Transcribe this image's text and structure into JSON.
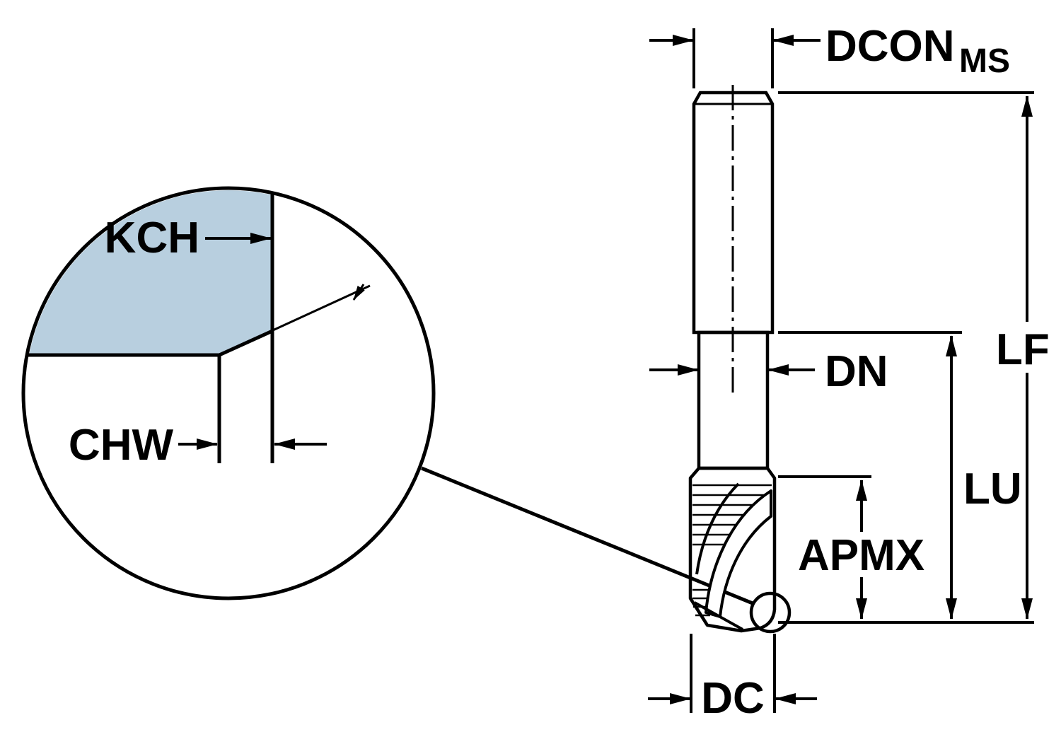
{
  "diagram": {
    "colors": {
      "background": "#ffffff",
      "line": "#000000",
      "tool_fill": "#b8cfdf"
    },
    "labels": {
      "kch": "KCH",
      "chw": "CHW",
      "dcon": "DCON",
      "dcon_sub": "MS",
      "lf": "LF",
      "dn": "DN",
      "lu": "LU",
      "apmx": "APMX",
      "dc": "DC"
    }
  }
}
